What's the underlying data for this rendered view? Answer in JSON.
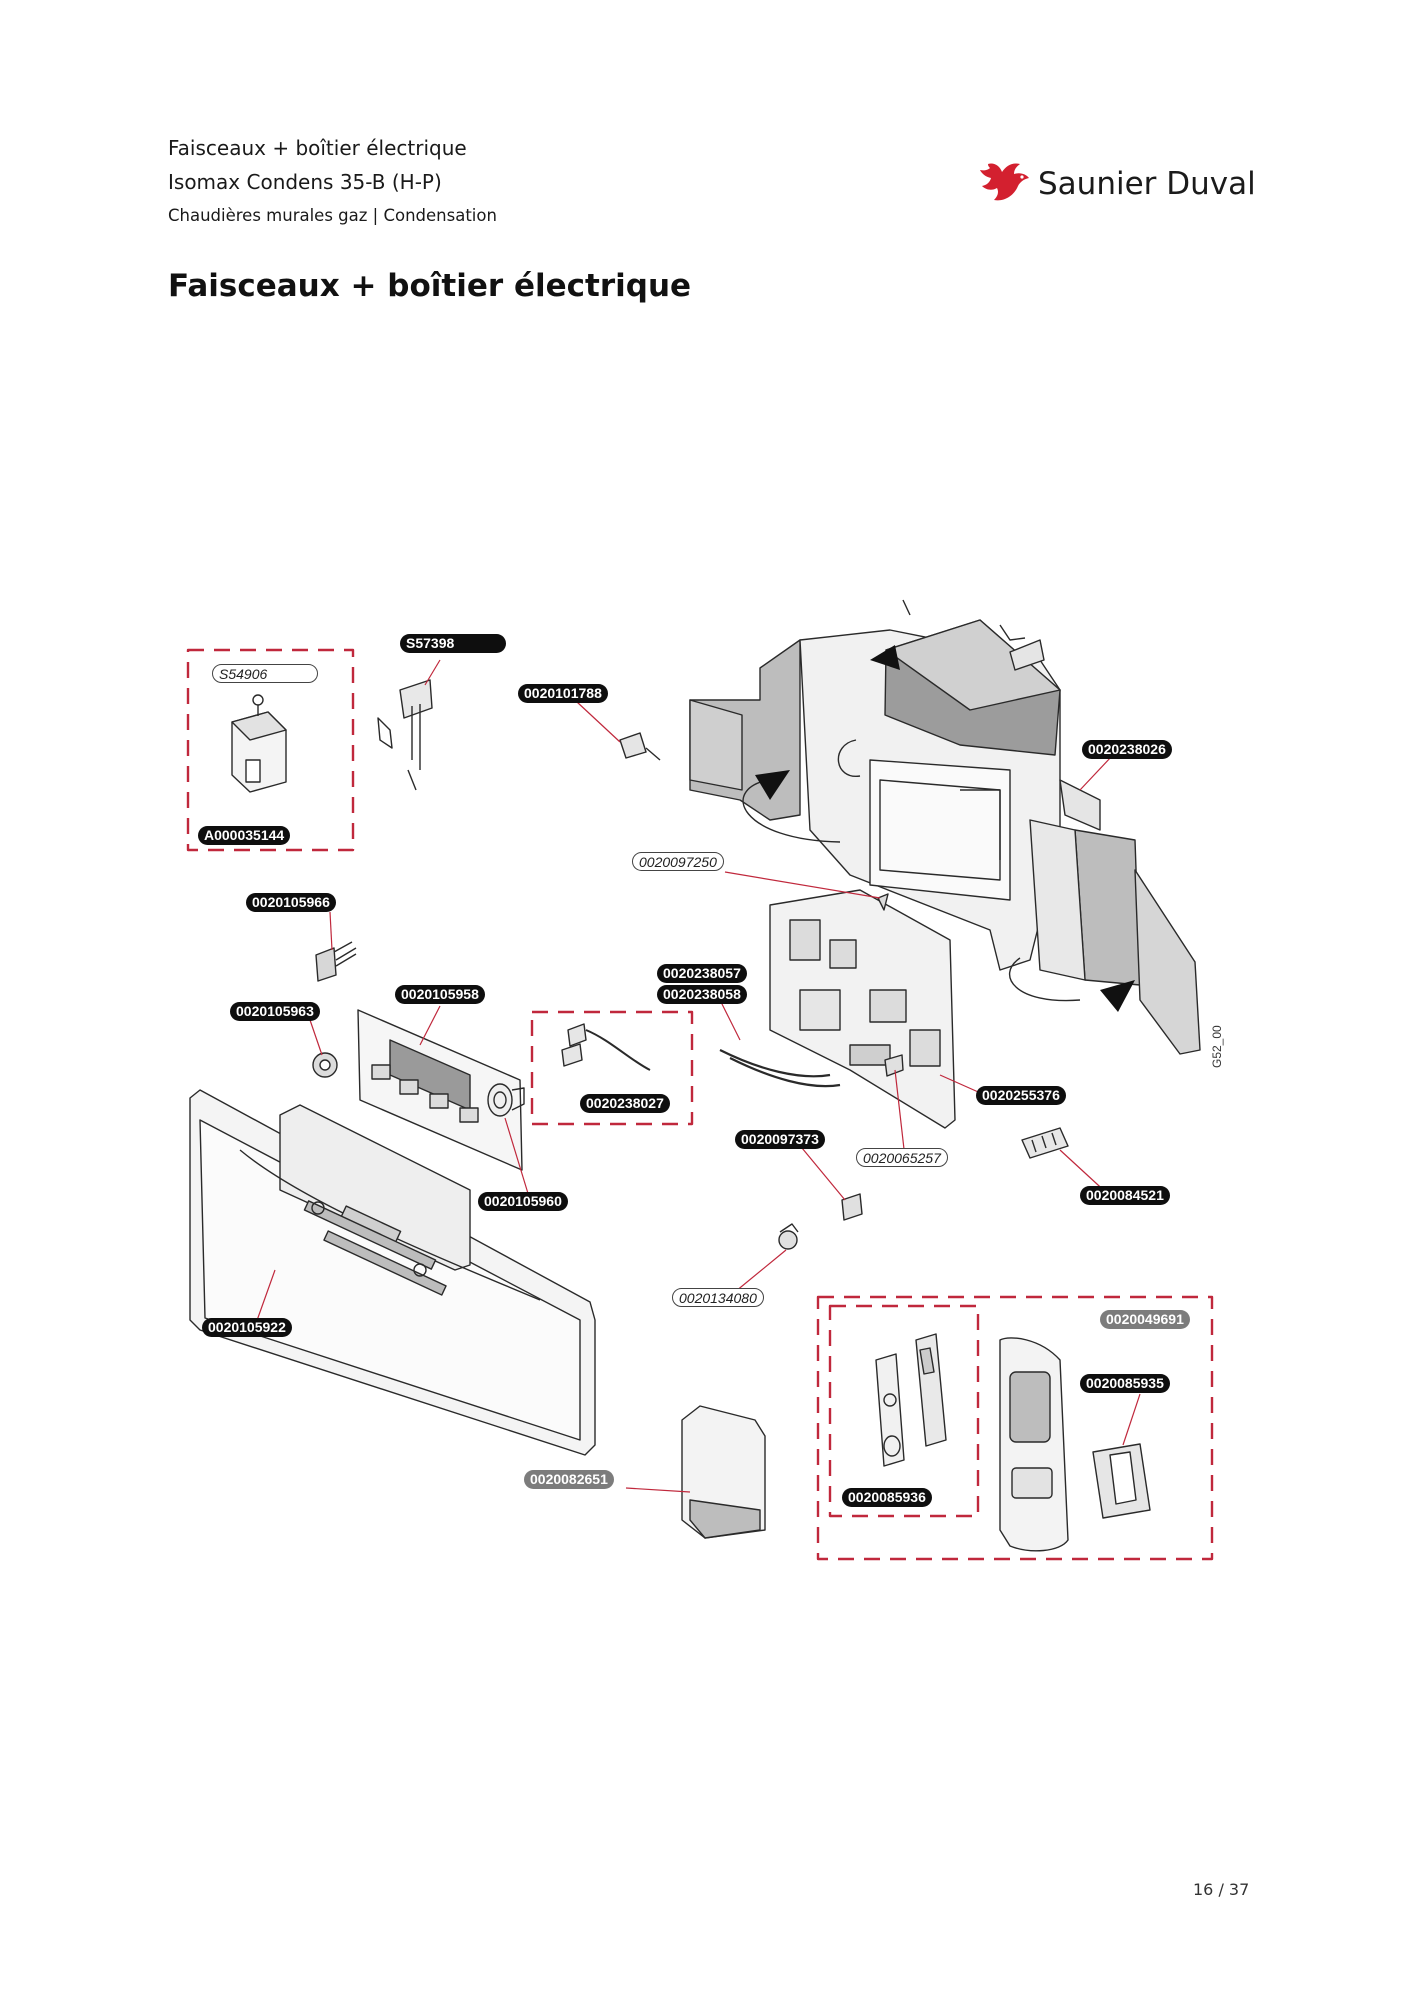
{
  "header": {
    "line1": "Faisceaux + boîtier électrique",
    "line2": "Isomax Condens 35-B (H-P)",
    "line3": "Chaudières murales gaz | Condensation"
  },
  "brand": {
    "name": "Saunier Duval",
    "logo_icon": "red-bird-logo-icon",
    "color": "#d3202f"
  },
  "title": "Faisceaux + boîtier électrique",
  "diagram": {
    "side_code": "G52_00",
    "labels": {
      "s57398": "S57398",
      "s54906": "S54906",
      "a000035144": "A000035144",
      "p0020101788": "0020101788",
      "p0020238026": "0020238026",
      "p0020097250": "0020097250",
      "p0020105966": "0020105966",
      "p0020238057": "0020238057",
      "p0020238058": "0020238058",
      "p0020105958": "0020105958",
      "p0020105963": "0020105963",
      "p0020238027": "0020238027",
      "p0020255376": "0020255376",
      "p0020097373": "0020097373",
      "p0020065257": "0020065257",
      "p0020084521": "0020084521",
      "p0020105960": "0020105960",
      "p0020105922": "0020105922",
      "p0020134080": "0020134080",
      "p0020049691": "0020049691",
      "p0020085935": "0020085935",
      "p0020082651": "0020082651",
      "p0020085936": "0020085936"
    }
  },
  "footer": {
    "page": "16 / 37"
  }
}
